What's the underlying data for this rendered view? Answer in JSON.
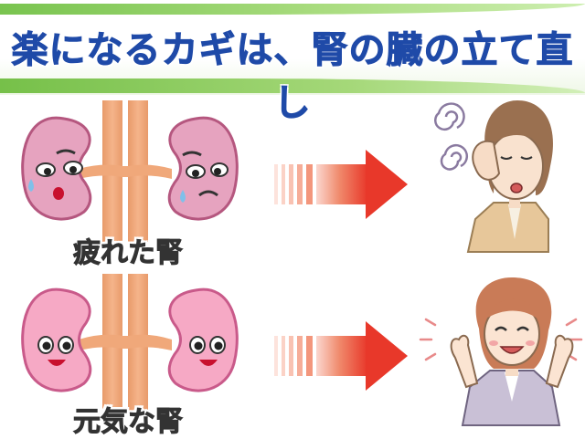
{
  "title": "楽になるカギは、腎の臓の立て直し",
  "tired_kidney": {
    "caption": "疲れた腎"
  },
  "healthy_kidney": {
    "caption": "元気な腎"
  },
  "colors": {
    "title_text": "#1f4aa8",
    "banner_green": "#79c44f",
    "tired_kidney_fill": "#e6a3bf",
    "healthy_kidney_fill": "#f6a9c5",
    "arrow_red": "#e8382a",
    "spine_orange": "#e9a070"
  }
}
